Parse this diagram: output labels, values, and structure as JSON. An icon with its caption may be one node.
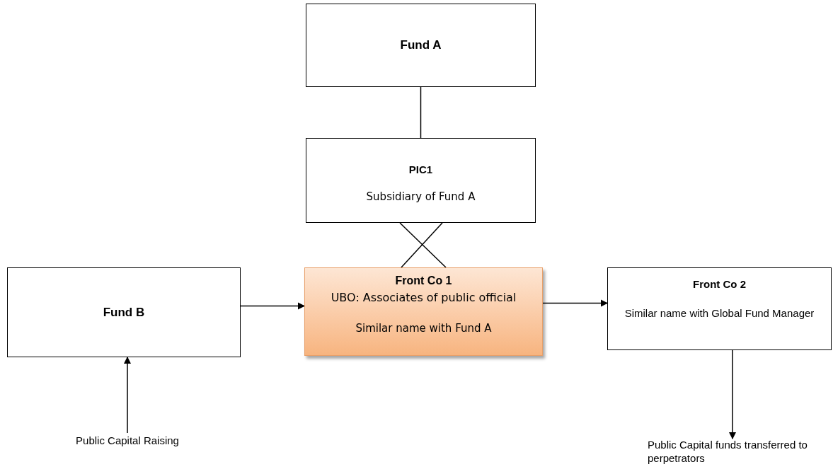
{
  "diagram": {
    "nodes": [
      {
        "text": [
          "Fund A"
        ]
      },
      {
        "text": [
          "PIC1",
          "Subsidiary of Fund A"
        ]
      },
      {
        "text": [
          "Fund B"
        ]
      },
      {
        "text": [
          "Front Co 1",
          "UBO: Associates of public official",
          "Similar name with Fund A"
        ]
      },
      {
        "text": [
          "Front Co 2",
          "Similar name with Global Fund Manager"
        ]
      },
      {
        "text": [
          "Public Capital Raising"
        ]
      },
      {
        "text": [
          "Public Capital funds transferred to perpetrators"
        ]
      }
    ],
    "edges": [
      {
        "from": 0,
        "to": 1,
        "arrow": "none"
      },
      {
        "from": 1,
        "to": 3,
        "arrow": "none"
      },
      {
        "from": 1,
        "to": 3,
        "arrow": "none"
      },
      {
        "from": 2,
        "to": 3,
        "arrow": "to"
      },
      {
        "from": 3,
        "to": 4,
        "arrow": "to"
      },
      {
        "from": 5,
        "to": 2,
        "arrow": "to"
      },
      {
        "from": 4,
        "to": 6,
        "arrow": "to"
      }
    ]
  }
}
